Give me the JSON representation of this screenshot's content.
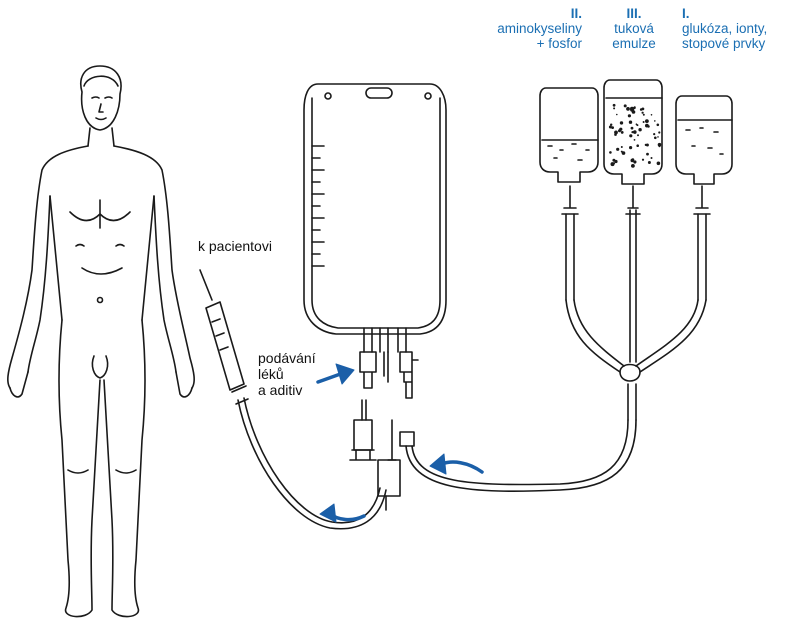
{
  "labels": {
    "patient": "k pacientovi",
    "medication_line1": "podávání",
    "medication_line2": "léků",
    "medication_line3": "a aditiv"
  },
  "bottles": [
    {
      "number": "II.",
      "line1": "aminokyseliny",
      "line2": "+ fosfor"
    },
    {
      "number": "III.",
      "line1": "tuková",
      "line2": "emulze"
    },
    {
      "number": "I.",
      "line1": "glukóza, ionty,",
      "line2": "stopové prvky"
    }
  ],
  "colors": {
    "arrow": "#1b5fa8",
    "bottle_label": "#1b6fb3",
    "line": "#1a1a1a"
  }
}
